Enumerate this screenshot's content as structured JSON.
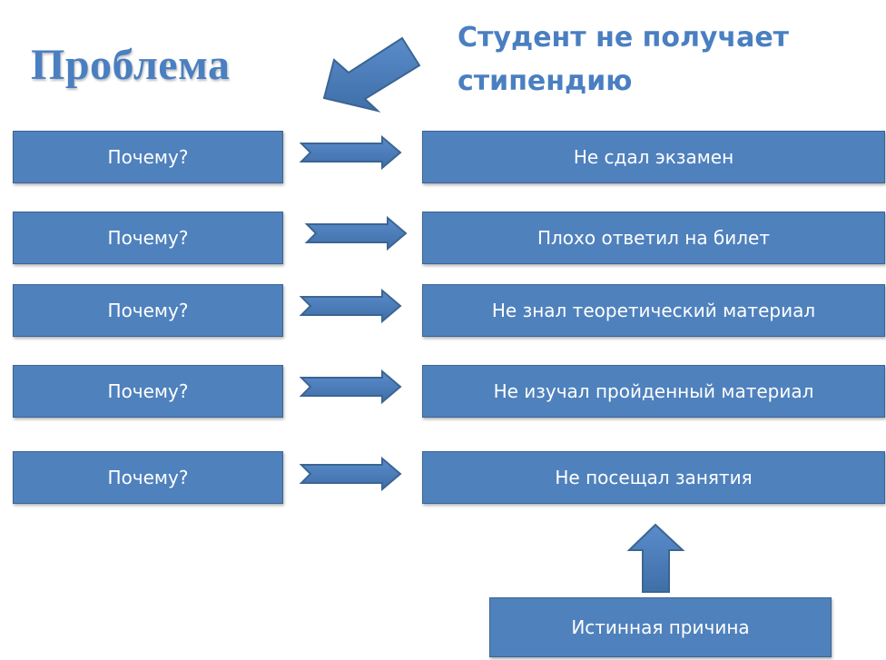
{
  "title": "Проблема",
  "problem": {
    "line1": "Студент не получает",
    "line2": "стипендию"
  },
  "rows": [
    {
      "question": "Почему?",
      "answer": "Не сдал экзамен"
    },
    {
      "question": "Почему?",
      "answer": "Плохо ответил на билет"
    },
    {
      "question": "Почему?",
      "answer": "Не знал теоретический материал"
    },
    {
      "question": "Почему?",
      "answer": "Не изучал пройденный материал"
    },
    {
      "question": "Почему?",
      "answer": "Не посещал занятия"
    }
  ],
  "root_cause": "Истинная причина",
  "colors": {
    "box": "#4f81bd",
    "title": "#4a7fc1",
    "arrow": "#4f81bd"
  }
}
